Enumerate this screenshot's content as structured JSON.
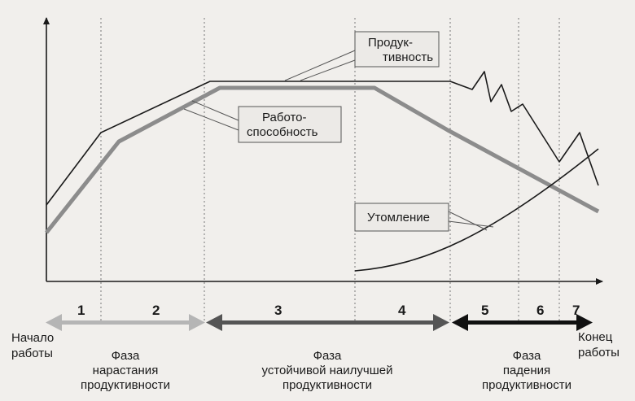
{
  "curves": {
    "productivity": {
      "label_line1": "Продук-",
      "label_line2": "тивность"
    },
    "work_capacity": {
      "label_line1": "Работо-",
      "label_line2": "способность"
    },
    "fatigue": {
      "label": "Утомление"
    }
  },
  "stages": [
    "1",
    "2",
    "3",
    "4",
    "5",
    "6",
    "7"
  ],
  "start": {
    "line1": "Начало",
    "line2": "работы"
  },
  "end": {
    "line1": "Конец",
    "line2": "работы"
  },
  "phases": [
    {
      "line1": "Фаза",
      "line2": "нарастания",
      "line3": "продуктивности"
    },
    {
      "line1": "Фаза",
      "line2": "устойчивой наилучшей",
      "line3": "продуктивности"
    },
    {
      "line1": "Фаза",
      "line2": "падения",
      "line3": "продуктивности"
    }
  ],
  "colors": {
    "productivity": "#1a1a1a",
    "work_capacity": "#8c8c8c",
    "fatigue": "#1a1a1a",
    "phase1_arrow": "#b5b5b5",
    "phase2_arrow": "#555555",
    "phase3_arrow": "#111111"
  }
}
